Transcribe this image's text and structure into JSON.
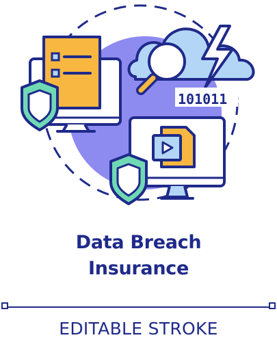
{
  "illustration": {
    "binary_text": "101011",
    "icons": [
      "cloud-icon",
      "magnifier-icon",
      "lightning-icon",
      "document-monitor-icon",
      "video-monitor-icon",
      "shield-icon"
    ]
  },
  "title": {
    "line1": "Data Breach",
    "line2": "Insurance"
  },
  "footer": {
    "label": "EDITABLE STROKE"
  },
  "colors": {
    "stroke": "#1f2a8a",
    "accent_purple": "#8d8af0",
    "cloud_blue": "#b3d6f6",
    "document_orange": "#f8b740",
    "shield_green": "#6fd9b4"
  }
}
